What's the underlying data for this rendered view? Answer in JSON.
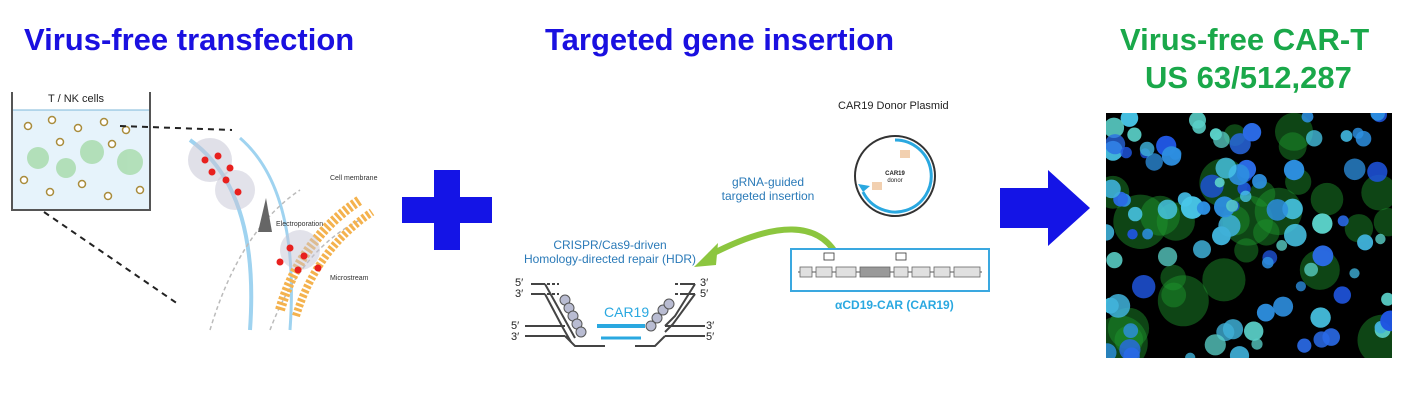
{
  "headings": {
    "left": "Virus-free transfection",
    "middle": "Targeted gene insertion",
    "right_line1": "Virus-free CAR-T",
    "right_line2": "US 63/512,287"
  },
  "transfection_panel": {
    "well_label": "T / NK cells",
    "electroporation_label": "Electroporation",
    "cell_membrane_label": "Cell membrane",
    "microstream_label": "Microstream"
  },
  "gene_panel": {
    "plasmid_title": "CAR19 Donor Plasmid",
    "plasmid_center_line1": "CAR19",
    "plasmid_center_line2": "donor",
    "grna_line1": "gRNA-guided",
    "grna_line2": "targeted insertion",
    "hdr_line1": "CRISPR/Cas9-driven",
    "hdr_line2": "Homology-directed repair (HDR)",
    "construct_label": "αCD19-CAR (CAR19)",
    "insert_label": "CAR19",
    "strand_ends": {
      "top_left_1": "5′",
      "top_left_2": "3′",
      "top_right_1": "3′",
      "top_right_2": "5′",
      "bot_left_1": "5′",
      "bot_left_2": "3′",
      "bot_right_1": "3′",
      "bot_right_2": "5′"
    }
  },
  "colors": {
    "heading_blue": "#1a10e0",
    "heading_green": "#1aa84a",
    "plus_blue": "#1414e6",
    "arrow_blue": "#1414e6",
    "cyan": "#2aa8e0",
    "curved_arrow_green": "#8cc63f"
  },
  "icons": [
    "plus-icon",
    "right-arrow-icon",
    "curved-arrow-icon"
  ]
}
